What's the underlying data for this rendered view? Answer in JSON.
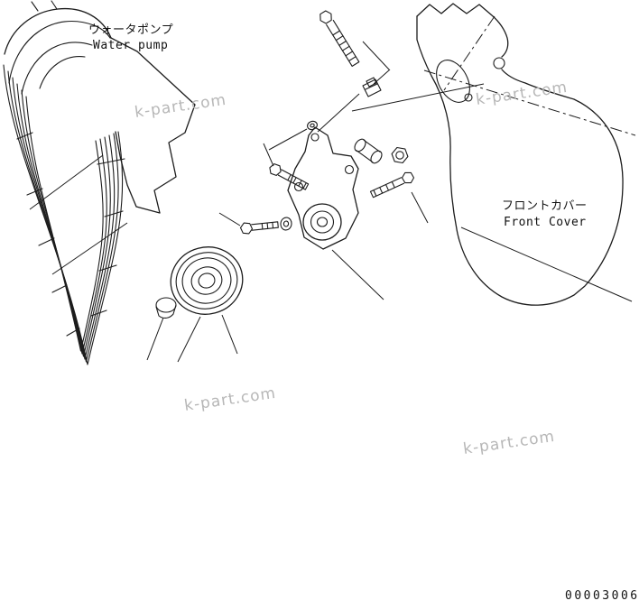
{
  "labels": {
    "water_pump_jp": "ウォータポンプ",
    "water_pump_en": "Water pump",
    "front_cover_jp": "フロントカバー",
    "front_cover_en": "Front Cover"
  },
  "doc_number": "00003006",
  "watermarks": {
    "w1": "k-part.com",
    "w2": "k-part.com",
    "w3": "k-part.com",
    "w4": "k-part.com"
  },
  "colors": {
    "line": "#1c1c1c",
    "watermark": "#b7b7b7",
    "background": "#ffffff",
    "label_text": "#111111"
  }
}
